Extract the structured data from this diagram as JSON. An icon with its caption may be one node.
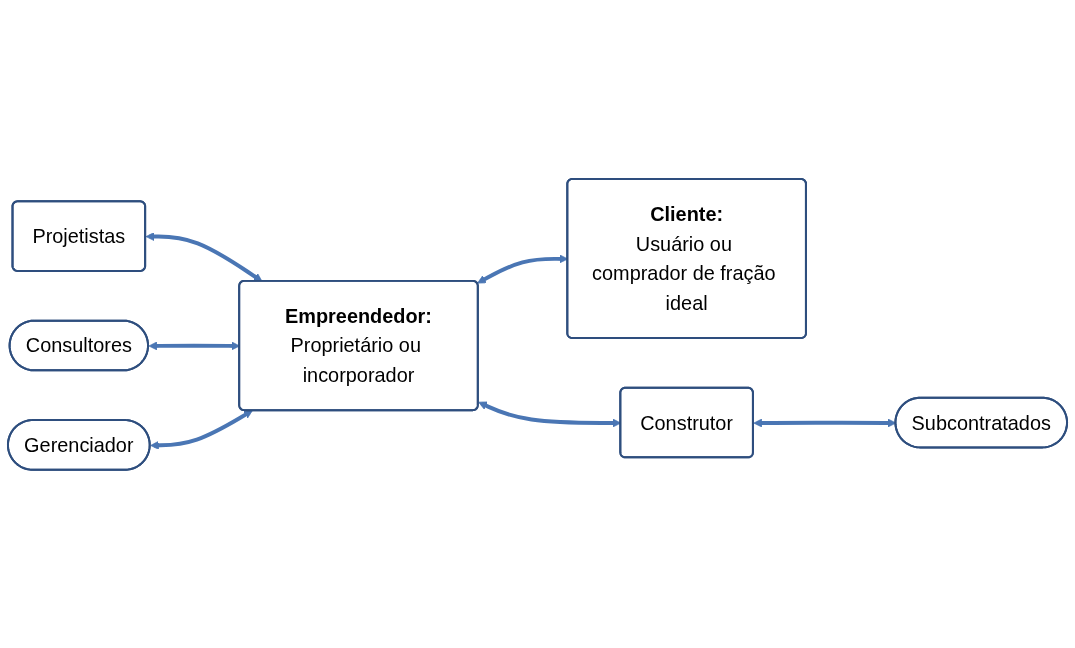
{
  "diagram": {
    "nodes": [
      {
        "text": [
          "Projetistas"
        ]
      },
      {
        "text": [
          "Consultores"
        ]
      },
      {
        "text": [
          "Empreendedor:",
          "Proprietário ou incorporador"
        ]
      },
      {
        "text": [
          "Cliente:",
          "Usuário ou comprador de fração ideal"
        ]
      },
      {
        "text": [
          "Gerenciador"
        ]
      },
      {
        "text": [
          "Construtor"
        ]
      },
      {
        "text": [
          "Subcontratados"
        ]
      }
    ],
    "edges": [
      {
        "from": 0,
        "to": 2,
        "arrow": "both"
      },
      {
        "from": 1,
        "to": 2,
        "arrow": "both"
      },
      {
        "from": 4,
        "to": 2,
        "arrow": "both"
      },
      {
        "from": 2,
        "to": 3,
        "arrow": "both"
      },
      {
        "from": 2,
        "to": 5,
        "arrow": "both"
      },
      {
        "from": 5,
        "to": 6,
        "arrow": "both"
      }
    ]
  }
}
